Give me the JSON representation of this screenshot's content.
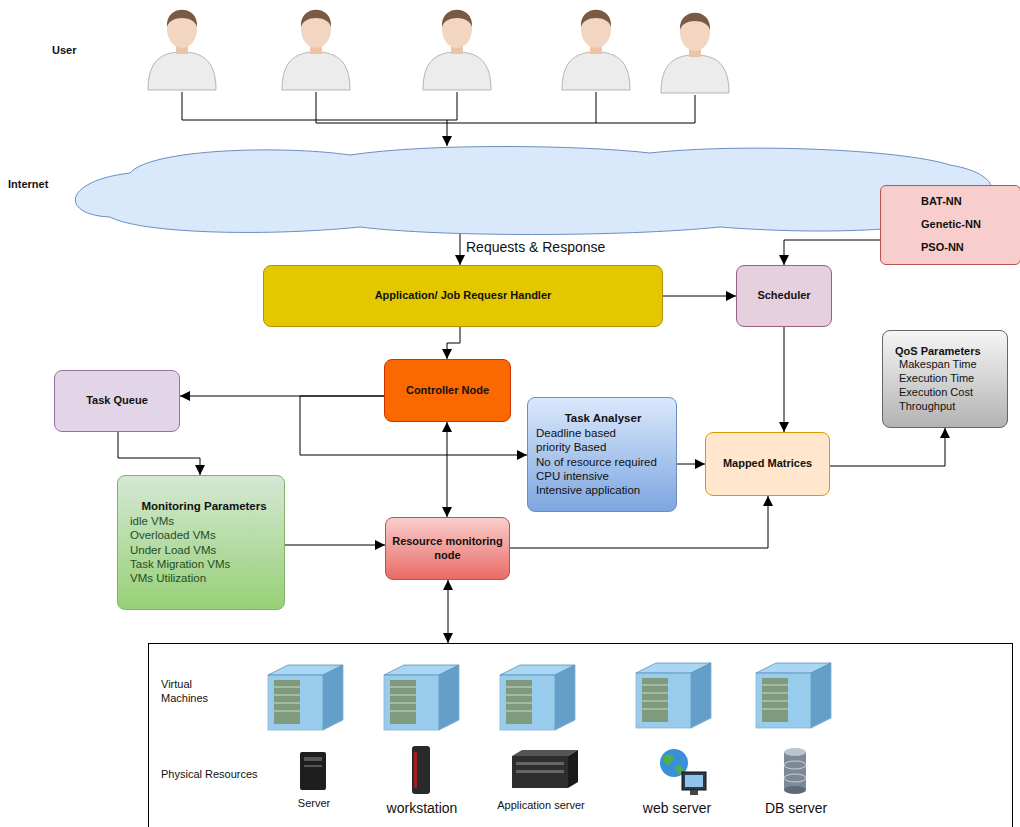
{
  "diagram": {
    "nodes": [
      {
        "text": [
          "Internet"
        ]
      },
      {
        "text": [
          "BAT-NN",
          "Genetic-NN",
          "PSO-NN"
        ]
      },
      {
        "text": [
          "Application/ Job Requesr Handler"
        ]
      },
      {
        "text": [
          "Scheduler"
        ]
      },
      {
        "text": [
          "QoS Parameters",
          "Makespan Time",
          "Execution Time",
          "Execution Cost",
          "Throughput"
        ]
      },
      {
        "text": [
          "Controller Node"
        ]
      },
      {
        "text": [
          "Task Queue"
        ]
      },
      {
        "text": [
          "Task Analyser",
          "Deadline based",
          "priority Based",
          "No of resource required",
          "CPU intensive",
          "Intensive application"
        ]
      },
      {
        "text": [
          "Mapped Matrices"
        ]
      },
      {
        "text": [
          "Monitoring Parameters",
          "idle VMs",
          "Overloaded VMs",
          "Under Load VMs",
          "Task Migration VMs",
          "VMs Utilization"
        ]
      },
      {
        "text": [
          "Resource monitoring node"
        ]
      },
      {
        "text": [
          "Virtual Machines",
          "Physical Resources",
          "Server",
          "workstation",
          "Application server",
          "web server",
          "DB server"
        ]
      }
    ],
    "edges": [
      {
        "from": 0,
        "to": 2,
        "arrow": "to",
        "label": "Requests & Response"
      },
      {
        "from": 2,
        "to": 3,
        "arrow": "to"
      },
      {
        "from": 2,
        "to": 5,
        "arrow": "to"
      },
      {
        "from": 1,
        "to": 3,
        "arrow": "to"
      },
      {
        "from": 3,
        "to": 8,
        "arrow": "to"
      },
      {
        "from": 5,
        "to": 6,
        "arrow": "to"
      },
      {
        "from": 5,
        "to": 7,
        "arrow": "to"
      },
      {
        "from": 6,
        "to": 9,
        "arrow": "to"
      },
      {
        "from": 5,
        "to": 10,
        "arrow": "both"
      },
      {
        "from": 7,
        "to": 8,
        "arrow": "to"
      },
      {
        "from": 9,
        "to": 10,
        "arrow": "to"
      },
      {
        "from": 10,
        "to": 8,
        "arrow": "to"
      },
      {
        "from": 8,
        "to": 4,
        "arrow": "to"
      },
      {
        "from": 10,
        "to": 11,
        "arrow": "both"
      }
    ],
    "labels": [
      "User"
    ]
  }
}
